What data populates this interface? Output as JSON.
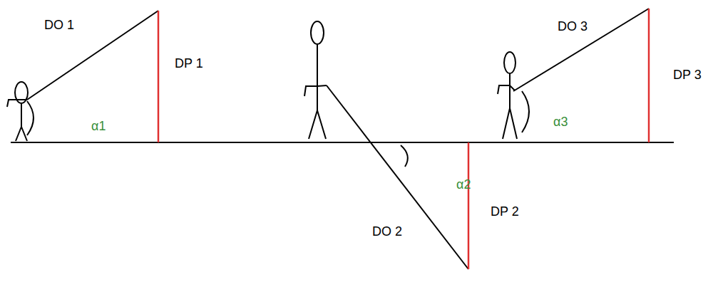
{
  "diagram": {
    "labels": [
      "DO 1",
      "DP 1",
      "α1",
      "DO 2",
      "DP 2",
      "α2",
      "DO 3",
      "DP 3",
      "α3"
    ]
  }
}
